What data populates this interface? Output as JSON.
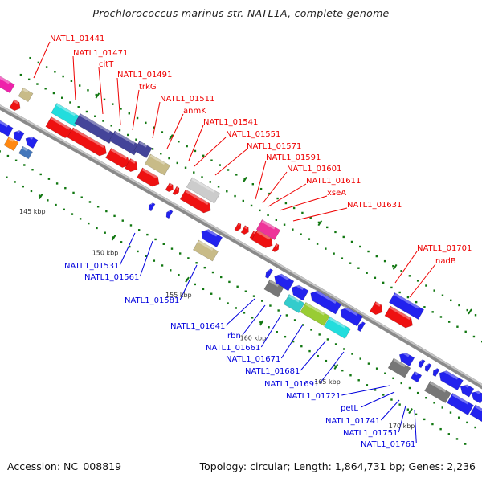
{
  "title": "Prochlorococcus marinus str. NATL1A, complete genome",
  "footer": {
    "accession": "Accession: NC_008819",
    "summary": "Topology: circular; Length: 1,864,731 bp; Genes: 2,236"
  },
  "colors": {
    "forward_label": "#ee0000",
    "reverse_label": "#0000dd",
    "backbone": "#999999",
    "tick": "#117711"
  },
  "tick_labels": [
    "145 kbp",
    "150 kbp",
    "155 kbp",
    "160 kbp",
    "165 kbp",
    "170 kbp"
  ],
  "forward_labels": [
    "NATL1_01441",
    "NATL1_01471",
    "citT",
    "NATL1_01491",
    "trkG",
    "NATL1_01511",
    "anmK",
    "NATL1_01541",
    "NATL1_01551",
    "NATL1_01571",
    "NATL1_01591",
    "NATL1_01601",
    "NATL1_01611",
    "xseA",
    "NATL1_01631",
    "NATL1_01701",
    "nadB"
  ],
  "reverse_labels": [
    "NATL1_01531",
    "NATL1_01561",
    "NATL1_01581",
    "NATL1_01641",
    "rbn",
    "NATL1_01661",
    "NATL1_01671",
    "NATL1_01681",
    "NATL1_01691",
    "NATL1_01721",
    "petL",
    "NATL1_01741",
    "NATL1_01751",
    "NATL1_01761"
  ]
}
